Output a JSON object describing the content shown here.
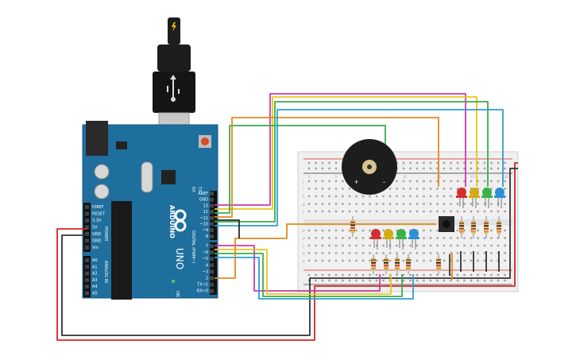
{
  "board": {
    "name": "ARDUINO",
    "model": "UNO",
    "on_label": "ON",
    "tx_label": "TX",
    "rx_label": "RX",
    "power_header": "POWER",
    "analog_header": "ANALOG IN",
    "digital_header": "DIGITAL (PWM~)",
    "power_pins": [
      "IOREF",
      "RESET",
      "3.3V",
      "5V",
      "GND",
      "GND",
      "Vin"
    ],
    "analog_pins": [
      "A0",
      "A1",
      "A2",
      "A3",
      "A4",
      "A5"
    ],
    "digital_top": [
      "AREF",
      "GND",
      "13",
      "12",
      "~11",
      "~10",
      "~9",
      "8"
    ],
    "digital_bottom": [
      "7",
      "~6",
      "~5",
      "4",
      "~3",
      "2",
      "TX→1",
      "RX←0"
    ]
  },
  "breadboard": {
    "row_numbers": [
      "1",
      "5",
      "10",
      "15",
      "20",
      "25",
      "30"
    ],
    "row_letters": [
      "j",
      "i",
      "h",
      "g",
      "f",
      "e",
      "d",
      "c",
      "b",
      "a"
    ]
  },
  "components": {
    "leds_top": [
      "red",
      "yellow",
      "green",
      "blue"
    ],
    "leds_bottom": [
      "red",
      "yellow",
      "green",
      "blue"
    ],
    "buzzer": "piezo",
    "button": "pushbutton"
  },
  "colors": {
    "board": "#1f6f9e",
    "wire_red": "#d52424",
    "wire_black": "#333333",
    "wire_magenta": "#cc3aa6",
    "wire_yellow": "#e6c619",
    "wire_green": "#3aab4b",
    "wire_cyan": "#2f9fd0",
    "wire_orange": "#e08a1c",
    "led_red": "#d32f2f",
    "led_yellow": "#d4aa15",
    "led_green": "#3bb14a",
    "led_blue": "#2f8fd6"
  }
}
